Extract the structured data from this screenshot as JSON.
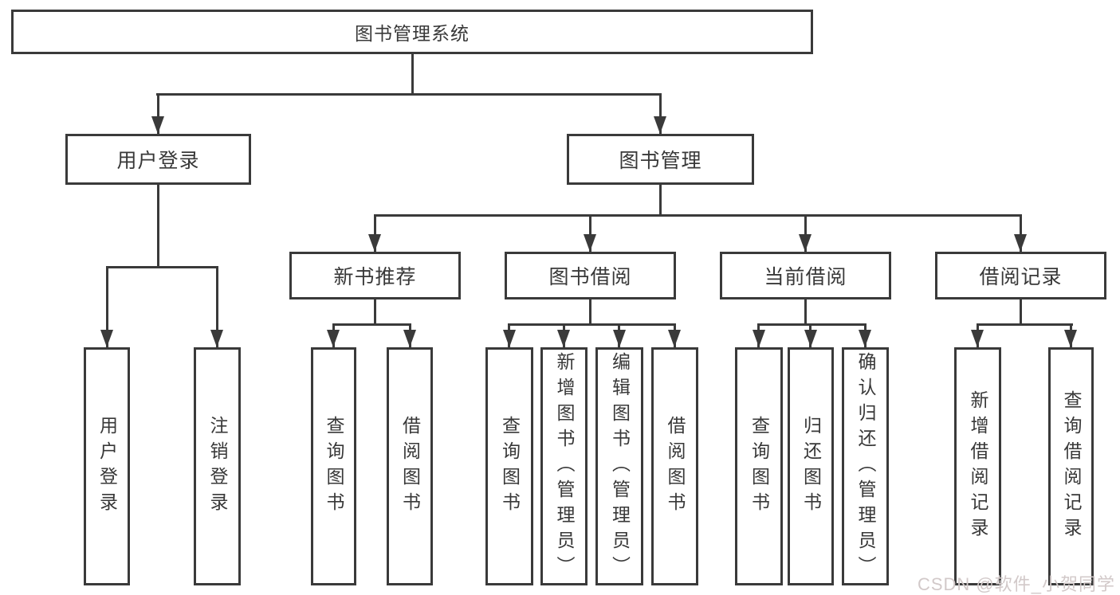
{
  "tree": {
    "label": "图书管理系统",
    "children": [
      {
        "label": "用户登录",
        "children": [
          {
            "label": "用户登录"
          },
          {
            "label": "注销登录"
          }
        ]
      },
      {
        "label": "图书管理",
        "children": [
          {
            "label": "新书推荐",
            "children": [
              {
                "label": "查询图书"
              },
              {
                "label": "借阅图书"
              }
            ]
          },
          {
            "label": "图书借阅",
            "children": [
              {
                "label": "查询图书"
              },
              {
                "label": "新增图书（管理员）"
              },
              {
                "label": "编辑图书（管理员）"
              },
              {
                "label": "借阅图书"
              }
            ]
          },
          {
            "label": "当前借阅",
            "children": [
              {
                "label": "查询图书"
              },
              {
                "label": "归还图书"
              },
              {
                "label": "确认归还（管理员）"
              }
            ]
          },
          {
            "label": "借阅记录",
            "children": [
              {
                "label": "新增借阅记录"
              },
              {
                "label": "查询借阅记录"
              }
            ]
          }
        ]
      }
    ]
  },
  "watermark": {
    "text": "CSDN @软件_小贺同学"
  },
  "colors": {
    "line": "#3a3a3a",
    "background": "#ffffff",
    "text": "#383838",
    "watermark": "#d2c9c9"
  }
}
